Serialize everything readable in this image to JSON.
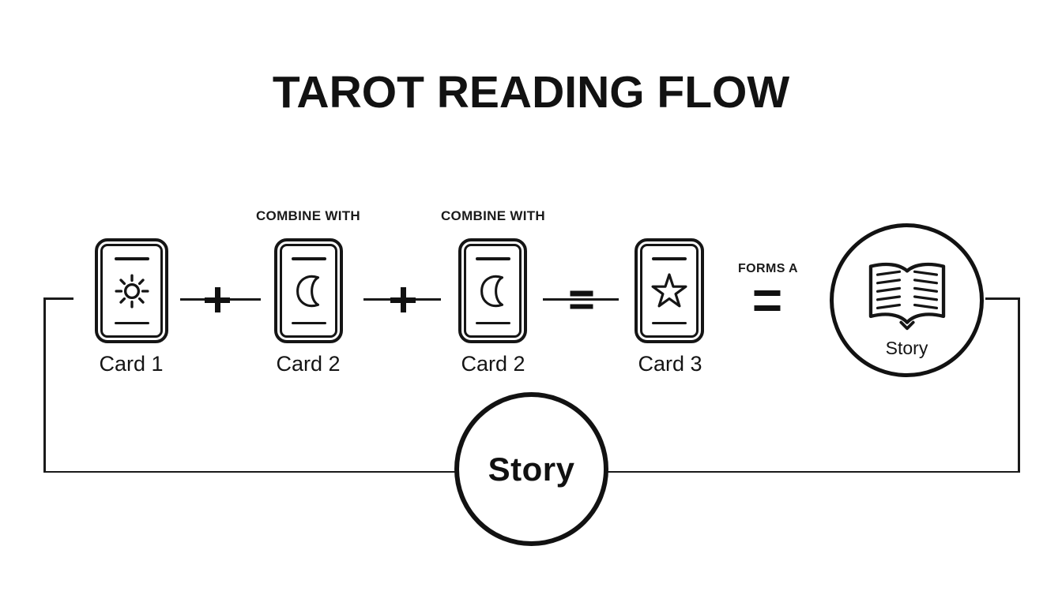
{
  "title": "TAROT READING FLOW",
  "flow": {
    "cards": [
      {
        "label": "Card 1",
        "icon": "sun-icon"
      },
      {
        "label": "Card 2",
        "icon": "crescent-moon-icon",
        "note": "COMBINE WITH"
      },
      {
        "label": "Card 2",
        "icon": "crescent-moon-icon",
        "note": "COMBINE WITH"
      },
      {
        "label": "Card 3",
        "icon": "star-icon"
      }
    ],
    "operators": [
      {
        "symbol": "+"
      },
      {
        "symbol": "+"
      },
      {
        "symbol": "="
      },
      {
        "symbol": "=",
        "label": "FORMS A"
      }
    ],
    "result_node": {
      "label": "Story",
      "icon": "open-book-icon"
    },
    "loop_node": {
      "label": "Story"
    }
  },
  "colors": {
    "ink": "#151515",
    "background": "#ffffff"
  }
}
